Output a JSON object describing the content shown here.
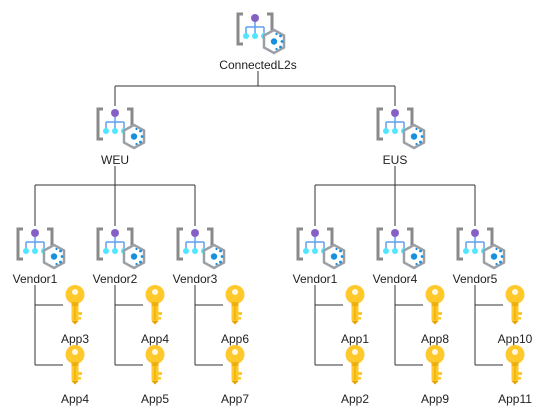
{
  "diagram": {
    "root": {
      "label": "ConnectedL2s"
    },
    "regions": [
      {
        "label": "WEU",
        "vendors": [
          {
            "label": "Vendor1",
            "apps": [
              "App3",
              "App4"
            ]
          },
          {
            "label": "Vendor2",
            "apps": [
              "App4",
              "App5"
            ]
          },
          {
            "label": "Vendor3",
            "apps": [
              "App6",
              "App7"
            ]
          }
        ]
      },
      {
        "label": "EUS",
        "vendors": [
          {
            "label": "Vendor1",
            "apps": [
              "App1",
              "App2"
            ]
          },
          {
            "label": "Vendor4",
            "apps": [
              "App8",
              "App9"
            ]
          },
          {
            "label": "Vendor5",
            "apps": [
              "App10",
              "App11"
            ]
          }
        ]
      }
    ],
    "node_icon": "management-group-icon",
    "leaf_icon": "key-icon",
    "colors": {
      "line": "#333333",
      "bracket": "#8a8a8a",
      "hex": "#9aa0a6",
      "tree_top": "#8661c5",
      "tree_bottom": "#50e6ff",
      "tree_line": "#5ea0ef",
      "gear": "#1490df",
      "key_fill": "#ffc92b",
      "key_dark": "#e8a200"
    }
  }
}
